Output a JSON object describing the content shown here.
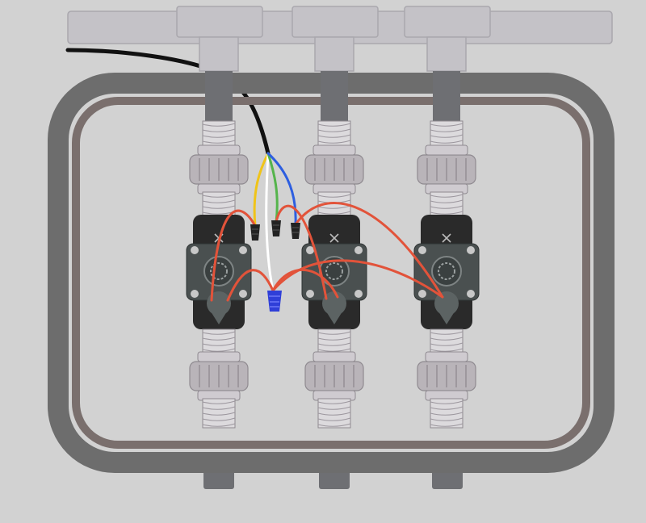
{
  "title": "",
  "colors": {
    "background": "#d2d2d2",
    "manifold": "#c4c2c7",
    "manifold_stroke": "#a9a7ad",
    "pipe": "#6e6f73",
    "box_outer": "#6d6d6d",
    "box_inner": "#7a6f6d",
    "fitting": "#b9b4b9",
    "fitting_dark": "#8f8a90",
    "valve_body": "#2a2a2a",
    "valve_bracket": "#4a5050",
    "solenoid": "#5c6363",
    "wire_red": "#e2533a",
    "wire_yellow": "#f0c419",
    "wire_green": "#55b44c",
    "wire_blue": "#2d5ee0",
    "wire_white": "#ffffff",
    "wire_black": "#111111",
    "connector_blue": "#2f3fd8",
    "connector_black": "#222222"
  },
  "icons": {
    "valve": "solenoid-valve-icon",
    "connector": "wire-nut-icon"
  },
  "valves": [
    {
      "id": "valve-1"
    },
    {
      "id": "valve-2"
    },
    {
      "id": "valve-3"
    }
  ]
}
